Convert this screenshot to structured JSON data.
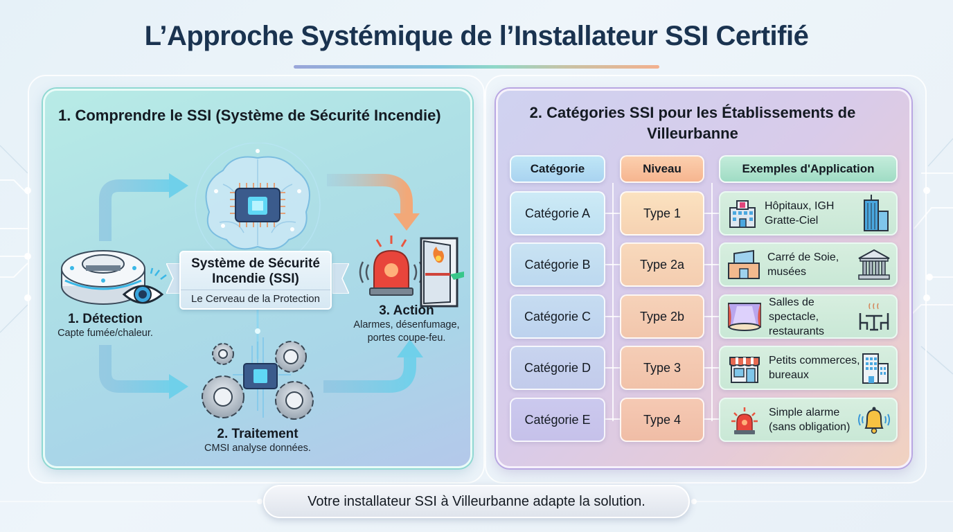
{
  "title": "L’Approche Systémique de l’Installateur SSI Certifié",
  "colors": {
    "title": "#1a3350",
    "left_panel": "#b8ebe6",
    "right_panel": "#d8cbea",
    "category_cell": "#c6e4f2",
    "level_cell": "#f5cfb0",
    "example_cell": "#d0ebdb"
  },
  "left_panel": {
    "title": "1. Comprendre le SSI (Système de Sécurité Incendie)",
    "center": {
      "name": "Système de Sécurité Incendie (SSI)",
      "subtitle": "Le Cerveau de la Protection",
      "icon": "brain-chip-icon"
    },
    "steps": [
      {
        "title": "1. Détection",
        "desc": "Capte fumée/chaleur.",
        "icon": "smoke-detector-eye-icon"
      },
      {
        "title": "2. Traitement",
        "desc": "CMSI analyse données.",
        "icon": "gears-chip-icon"
      },
      {
        "title": "3. Action",
        "desc_line1": "Alarmes, désenfumage,",
        "desc_line2": "portes coupe-feu.",
        "icon": "siren-firedoor-icon"
      }
    ]
  },
  "right_panel": {
    "title_line1": "2. Catégories SSI pour les Établissements de",
    "title_line2": "Villeurbanne",
    "headers": [
      "Catégorie",
      "Niveau",
      "Exemples d'Application"
    ],
    "rows": [
      {
        "category": "Catégorie A",
        "level": "Type 1",
        "example_line1": "Hôpitaux, IGH",
        "example_line2": "Gratte-Ciel",
        "icon_left": "hospital-icon",
        "icon_right": "skyscraper-icon"
      },
      {
        "category": "Catégorie B",
        "level": "Type 2a",
        "example_line1": "Carré de Soie,",
        "example_line2": "musées",
        "icon_left": "mall-icon",
        "icon_right": "museum-icon"
      },
      {
        "category": "Catégorie C",
        "level": "Type 2b",
        "example_line1": "Salles de spectacle,",
        "example_line2": "restaurants",
        "icon_left": "theater-stage-icon",
        "icon_right": "restaurant-table-icon"
      },
      {
        "category": "Catégorie D",
        "level": "Type 3",
        "example_line1": "Petits commerces,",
        "example_line2": "bureaux",
        "icon_left": "shop-icon",
        "icon_right": "office-building-icon"
      },
      {
        "category": "Catégorie E",
        "level": "Type 4",
        "example_line1": "Simple alarme",
        "example_line2": "(sans obligation)",
        "icon_left": "siren-icon",
        "icon_right": "bell-icon"
      }
    ]
  },
  "footer": "Votre installateur SSI à Villeurbanne adapte la solution."
}
